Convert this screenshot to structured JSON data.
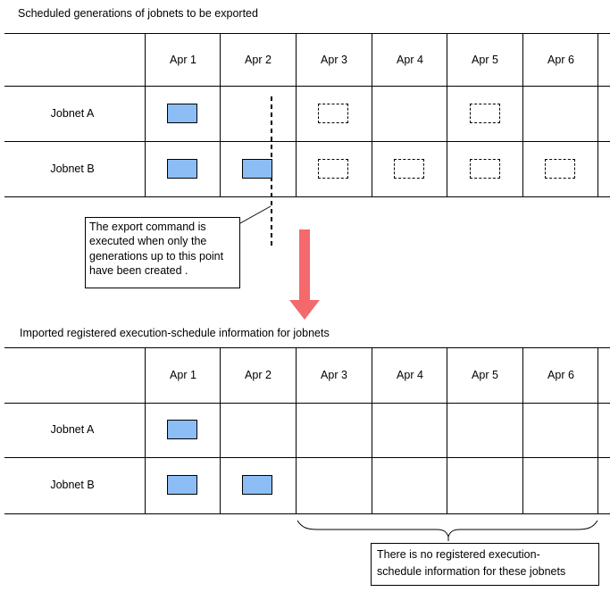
{
  "exported_table": {
    "title": "Scheduled generations of jobnets to be exported",
    "columns": [
      "Apr 1",
      "Apr 2",
      "Apr 3",
      "Apr 4",
      "Apr 5",
      "Apr 6"
    ],
    "rows": [
      {
        "label": "Jobnet A",
        "generations": {
          "Apr 1": "created",
          "Apr 3": "planned",
          "Apr 5": "planned"
        }
      },
      {
        "label": "Jobnet B",
        "generations": {
          "Apr 1": "created",
          "Apr 2": "created",
          "Apr 3": "planned",
          "Apr 4": "planned",
          "Apr 5": "planned",
          "Apr 6": "planned"
        }
      }
    ]
  },
  "imported_table": {
    "title": "Imported registered execution-schedule information for jobnets",
    "columns": [
      "Apr 1",
      "Apr 2",
      "Apr 3",
      "Apr 4",
      "Apr 5",
      "Apr 6"
    ],
    "rows": [
      {
        "label": "Jobnet A",
        "generations": {
          "Apr 1": "created"
        }
      },
      {
        "label": "Jobnet B",
        "generations": {
          "Apr 1": "created",
          "Apr 2": "created"
        }
      }
    ]
  },
  "callout": {
    "lines": [
      "The export command is",
      "executed when only the",
      "generations up to this point",
      "have been created ."
    ]
  },
  "note": {
    "lines": [
      "There is no registered execution-",
      "schedule information for these jobnets"
    ]
  },
  "colors": {
    "created_generation_fill": "#8CBEF5",
    "generation_border": "#000000",
    "grid_line": "#000000",
    "arrow": "#F4696C"
  }
}
